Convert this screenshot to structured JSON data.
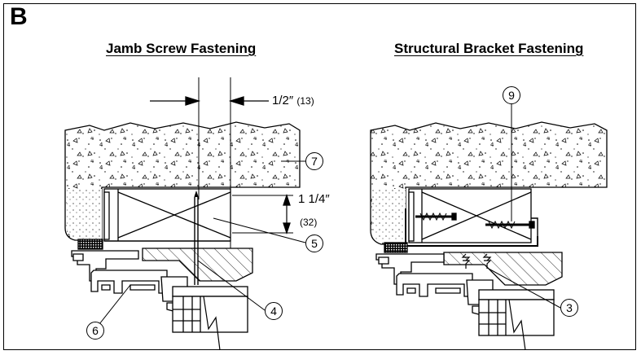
{
  "panel": {
    "letter": "B",
    "left_title": "Jamb Screw Fastening",
    "right_title": "Structural Bracket Fastening"
  },
  "dimensions": {
    "gap_main": "1/2″",
    "gap_metric": "(13)",
    "depth_main": "1 1/4″",
    "depth_metric": "(32)"
  },
  "callouts": {
    "c7": "7",
    "c5": "5",
    "c4": "4",
    "c6": "6",
    "c9": "9",
    "c3": "3"
  }
}
